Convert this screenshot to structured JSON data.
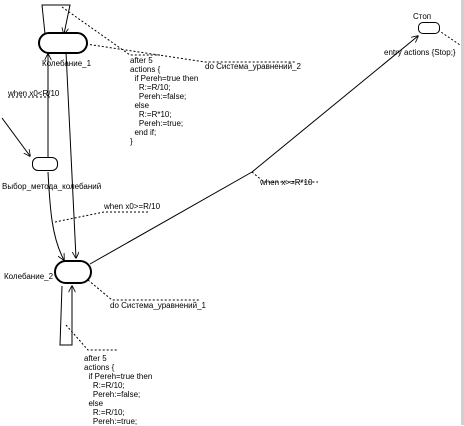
{
  "states": {
    "kolebanie_1": "Колебание_1",
    "kolebanie_2": "Колебание_2",
    "vybor": "Выбор_метода_колебаний",
    "stop": "Стоп"
  },
  "actions": {
    "do_sys2": "do Система_уравнений_2",
    "do_sys1": "do Система_уравнений_1",
    "entry_stop": "entry actions {Stop;}"
  },
  "transitions": {
    "when_lt": "when x0<R/10",
    "when_ge": "when x0>=R/10",
    "when_x_ge": "when x>=R*10"
  },
  "code_top": [
    "after 5",
    "actions {",
    "  if Pereh=true then",
    "    R:=R/10;",
    "    Pereh:=false;",
    "  else",
    "    R:=R*10;",
    "    Pereh:=true;",
    "  end if;",
    "}"
  ],
  "code_bottom": [
    "after 5",
    "actions {",
    "  if Pereh=true then",
    "    R:=R/10;",
    "    Pereh:=false;",
    "  else",
    "    R:=R/10;",
    "    Pereh:=true;"
  ]
}
